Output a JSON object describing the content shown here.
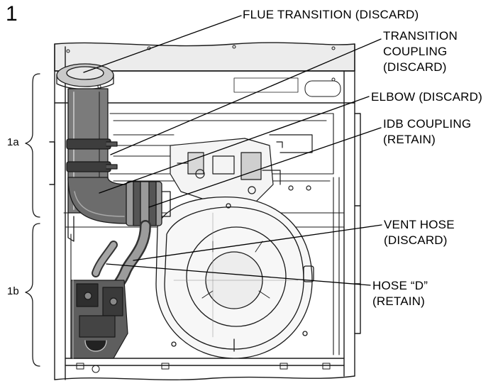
{
  "figure_number": "1",
  "sections": {
    "upper": "1a",
    "lower": "1b"
  },
  "callouts": {
    "flue_transition": "FLUE TRANSITION (DISCARD)",
    "transition_coupling": [
      "TRANSITION",
      "COUPLING",
      "(DISCARD)"
    ],
    "elbow": "ELBOW (DISCARD)",
    "idb_coupling": [
      "IDB COUPLING",
      "(RETAIN)"
    ],
    "vent_hose": [
      "VENT HOSE",
      "(DISCARD)"
    ],
    "hose_d": [
      "HOSE “D”",
      "(RETAIN)"
    ]
  }
}
